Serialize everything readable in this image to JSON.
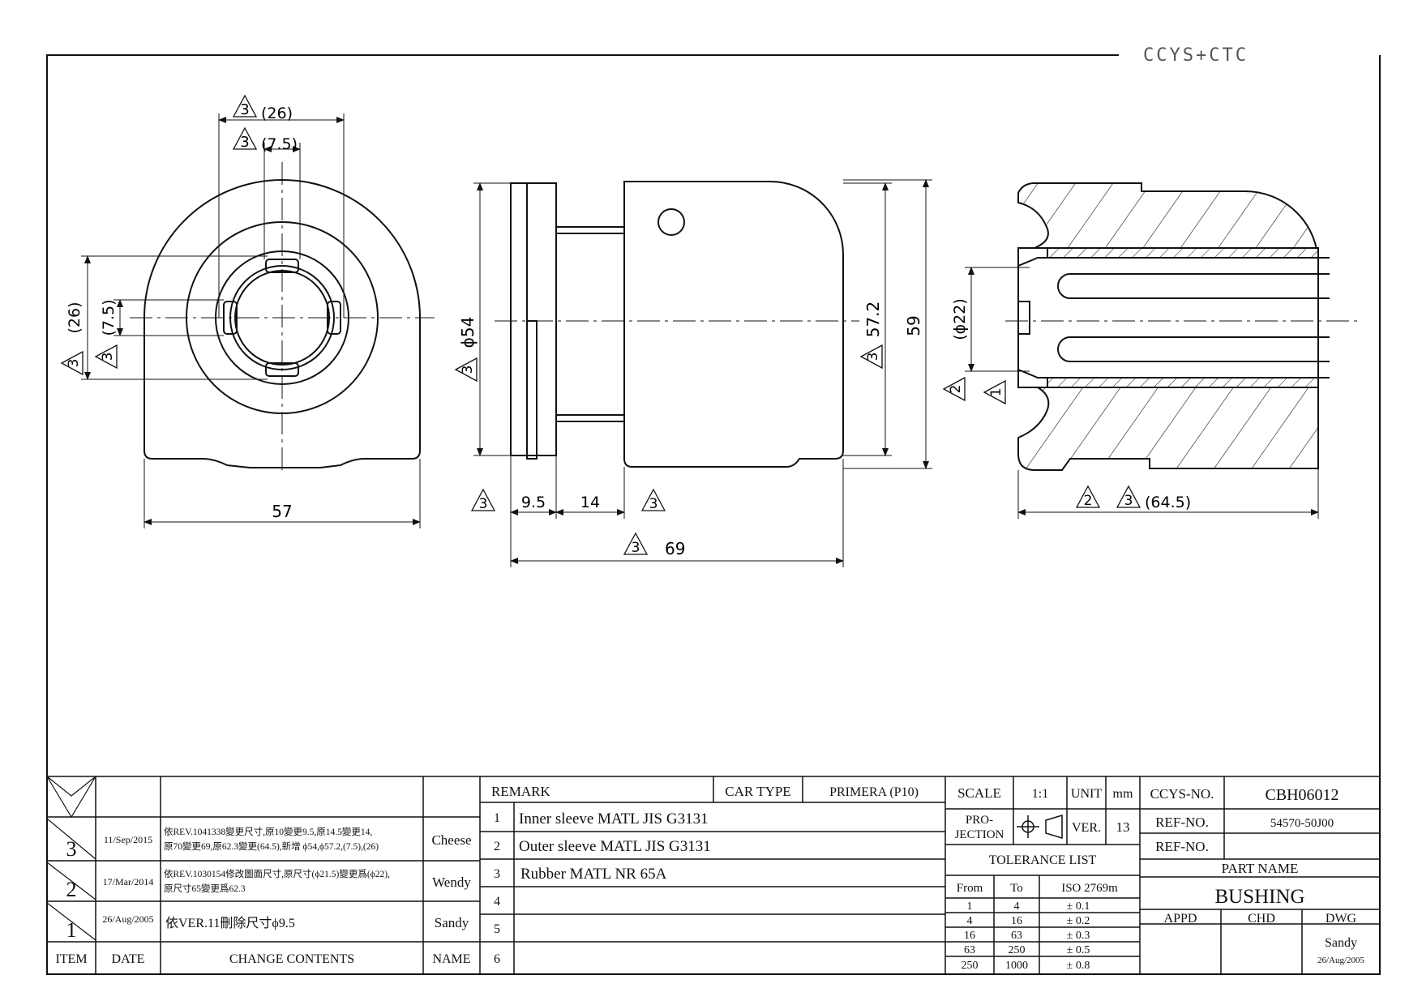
{
  "logo": {
    "text": "CCYS+CTC"
  },
  "dimensions": {
    "front": {
      "d26_top": "(26)",
      "d75_top": "(7.5)",
      "d26_left": "(26)",
      "d75_left": "(7.5)",
      "width": "57"
    },
    "side": {
      "dia54": "ϕ54",
      "dia572": "57.2",
      "h59": "59",
      "w95": "9.5",
      "w14": "14",
      "len69": "69"
    },
    "section": {
      "dia22": "(ϕ22)",
      "len645": "(64.5)"
    },
    "rev_marks": {
      "r1": "1",
      "r2": "2",
      "r3": "3"
    }
  },
  "revisions": {
    "headers": {
      "item": "ITEM",
      "date": "DATE",
      "contents": "CHANGE CONTENTS",
      "name": "NAME"
    },
    "rows": [
      {
        "item": "3",
        "date": "11/Sep/2015",
        "line1": "依REV.1041338變更尺寸,原10變更9.5,原14.5變更14,",
        "line2": "原70變更69,原62.3變更(64.5),新增 ϕ54,ϕ57.2,(7.5),(26)",
        "name": "Cheese"
      },
      {
        "item": "2",
        "date": "17/Mar/2014",
        "line1": "依REV.1030154修改圖面尺寸,原尺寸(ϕ21.5)變更爲(ϕ22),",
        "line2": "原尺寸65變更爲62.3",
        "name": "Wendy"
      },
      {
        "item": "1",
        "date": "26/Aug/2005",
        "line1": "依VER.11刪除尺寸ϕ9.5",
        "line2": "",
        "name": "Sandy"
      }
    ]
  },
  "remarks": {
    "header": "REMARK",
    "car_type_label": "CAR TYPE",
    "car_type": "PRIMERA (P10)",
    "rows": [
      {
        "no": "1",
        "text": "Inner sleeve MATL JIS G3131"
      },
      {
        "no": "2",
        "text": "Outer sleeve MATL JIS G3131"
      },
      {
        "no": "3",
        "text": "Rubber MATL NR 65A"
      },
      {
        "no": "4",
        "text": ""
      },
      {
        "no": "5",
        "text": ""
      },
      {
        "no": "6",
        "text": ""
      }
    ]
  },
  "spec": {
    "scale_label": "SCALE",
    "scale": "1:1",
    "unit_label": "UNIT",
    "unit": "mm",
    "projection_label1": "PRO-",
    "projection_label2": "JECTION",
    "ver_label": "VER.",
    "ver": "13",
    "tolerance_title": "TOLERANCE LIST",
    "tol_headers": {
      "from": "From",
      "to": "To",
      "std": "ISO 2769m"
    },
    "tolerances": [
      {
        "from": "1",
        "to": "4",
        "tol": "± 0.1"
      },
      {
        "from": "4",
        "to": "16",
        "tol": "± 0.2"
      },
      {
        "from": "16",
        "to": "63",
        "tol": "± 0.3"
      },
      {
        "from": "63",
        "to": "250",
        "tol": "± 0.5"
      },
      {
        "from": "250",
        "to": "1000",
        "tol": "± 0.8"
      }
    ]
  },
  "title_block": {
    "ccys_label": "CCYS-NO.",
    "ccys_no": "CBH06012",
    "ref_label1": "REF-NO.",
    "ref_no1": "54570-50J00",
    "ref_label2": "REF-NO.",
    "ref_no2": "",
    "part_name_label": "PART NAME",
    "part_name": "BUSHING",
    "appd": "APPD",
    "chd": "CHD",
    "dwg": "DWG",
    "drawn_by": "Sandy",
    "drawn_date": "26/Aug/2005"
  }
}
